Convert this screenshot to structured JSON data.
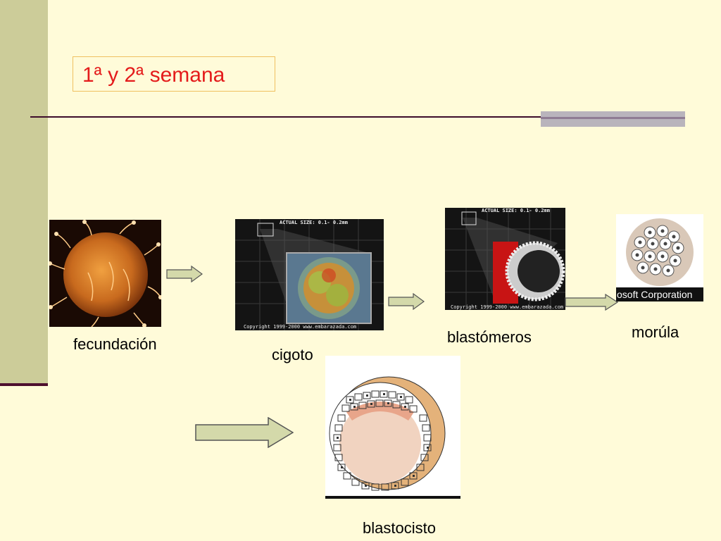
{
  "slide": {
    "title": "1ª y 2ª semana",
    "colors": {
      "background": "#fffbd9",
      "sidebar": "#cccc99",
      "title_text": "#e41b1b",
      "arrow": "#d4d9aa"
    }
  },
  "images": {
    "zygote_caption": "ACTUAL SIZE:  0.1- 0.2mm",
    "zygote_copyright": "Copyright 1999-2000 www.embarazada.com",
    "blastomere_caption": "ACTUAL SIZE:  0.1- 0.2mm",
    "blastomere_copyright": "Copyright 1999-2000 www.embarazada.com",
    "morula_banner": "osoft Corporation"
  },
  "labels": {
    "fecundacion": "fecundación",
    "cigoto": "cigoto",
    "blastomeros": "blastómeros",
    "morula": "morúla",
    "blastocisto": "blastocisto"
  }
}
